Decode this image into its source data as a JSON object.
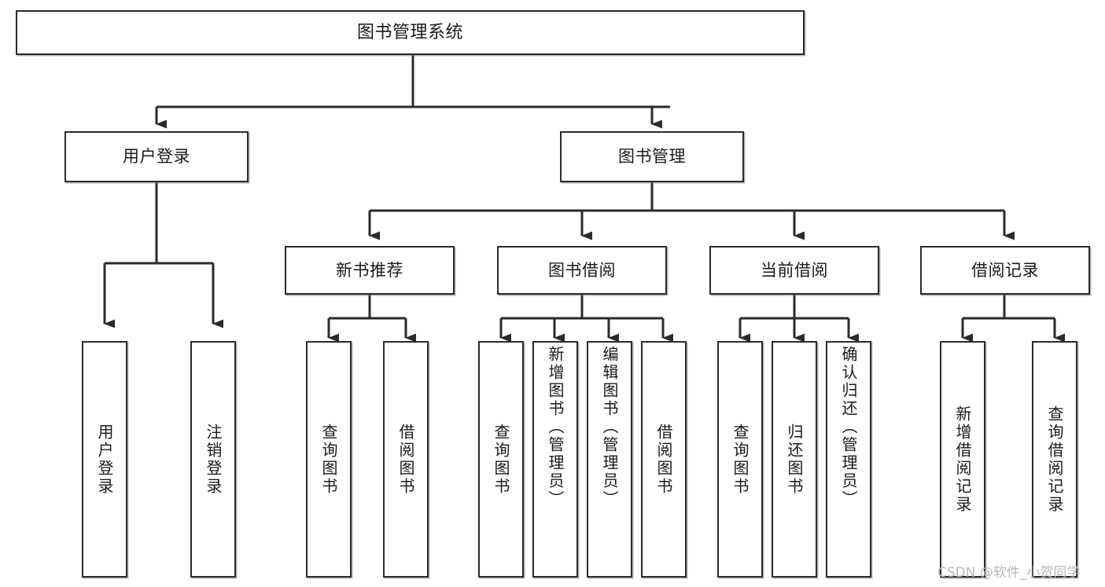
{
  "diagram": {
    "type": "tree-hierarchy",
    "title": "图书管理系统",
    "orientation": "top-down",
    "levels": 4,
    "line_color": "#2b2b2b",
    "box_fill": "#ffffff",
    "text_color": "#1a1a1a"
  },
  "root": {
    "label": "图书管理系统"
  },
  "level2": [
    {
      "label": "用户登录"
    },
    {
      "label": "图书管理"
    }
  ],
  "level3": [
    {
      "label": "新书推荐"
    },
    {
      "label": "图书借阅"
    },
    {
      "label": "当前借阅"
    },
    {
      "label": "借阅记录"
    }
  ],
  "leaves": {
    "user_login": [
      {
        "label": "用户登录"
      },
      {
        "label": "注销登录"
      }
    ],
    "new_book_recommend": [
      {
        "label": "查询图书"
      },
      {
        "label": "借阅图书"
      }
    ],
    "book_borrow": [
      {
        "label": "查询图书"
      },
      {
        "label": "新增图书（管理员）"
      },
      {
        "label": "编辑图书（管理员）"
      },
      {
        "label": "借阅图书"
      }
    ],
    "current_borrow": [
      {
        "label": "查询图书"
      },
      {
        "label": "归还图书"
      },
      {
        "label": "确认归还（管理员）"
      }
    ],
    "borrow_record": [
      {
        "label": "新增借阅记录"
      },
      {
        "label": "查询借阅记录"
      }
    ]
  },
  "watermark": {
    "text": "CSDN @软件_小贺同学",
    "color": "#b9b9b9"
  }
}
